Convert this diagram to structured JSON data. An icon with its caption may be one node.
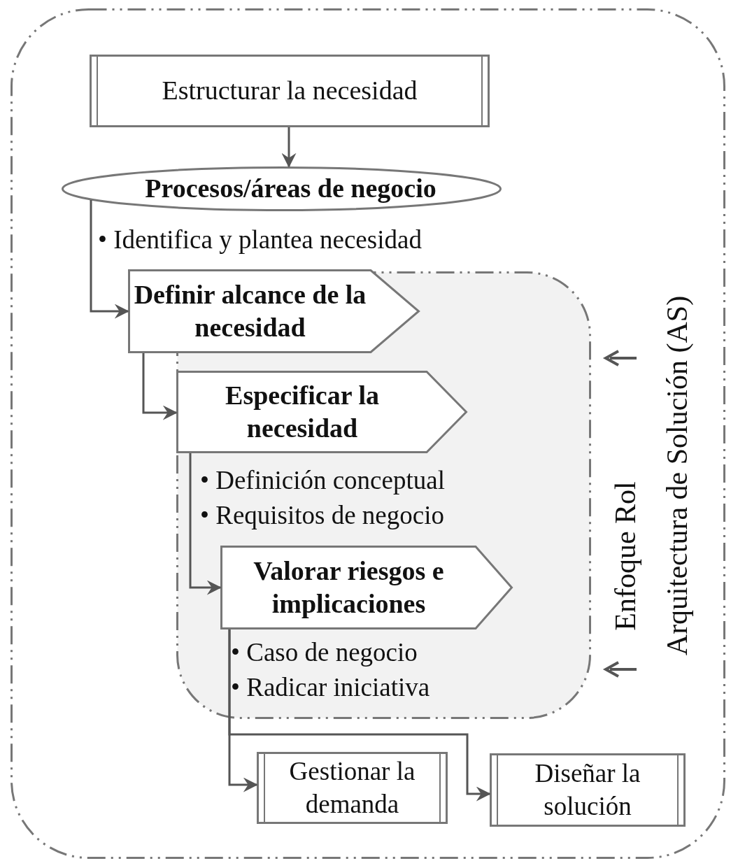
{
  "diagram": {
    "nodes": [
      {
        "text": [],
        "shape": "box"
      },
      {
        "text": [
          "Estructurar la necesidad"
        ],
        "in": 0
      },
      {
        "text": [
          "Procesos/áreas de negocio"
        ],
        "in": 0,
        "beside": [
          "• Identifica y plantea necesidad"
        ]
      },
      {
        "text": [],
        "shape": "box",
        "in": 0
      },
      {
        "text": [
          "Definir alcance de la necesidad"
        ],
        "in": 0
      },
      {
        "text": [
          "Especificar la necesidad"
        ],
        "in": 3,
        "beside": [
          "• Definición conceptual",
          "• Requisitos de negocio"
        ]
      },
      {
        "text": [
          "Valorar riesgos e implicaciones"
        ],
        "in": 3,
        "beside": [
          "• Caso de negocio",
          "• Radicar iniciativa"
        ]
      },
      {
        "text": [
          "Gestionar la demanda"
        ],
        "in": 0
      },
      {
        "text": [
          "Diseñar la solución"
        ],
        "in": 0
      }
    ],
    "edges": [
      {
        "from": 1,
        "to": 2,
        "arrow": "to"
      },
      {
        "from": 2,
        "to": 4,
        "arrow": "to"
      },
      {
        "from": 4,
        "to": 5,
        "arrow": "to"
      },
      {
        "from": 5,
        "to": 6,
        "arrow": "to"
      },
      {
        "from": 6,
        "to": 7,
        "arrow": "to"
      },
      {
        "from": 6,
        "to": 8,
        "arrow": "to"
      }
    ],
    "labels": [
      "Enfoque Rol",
      "Arquitectura de Solución (AS)"
    ]
  }
}
